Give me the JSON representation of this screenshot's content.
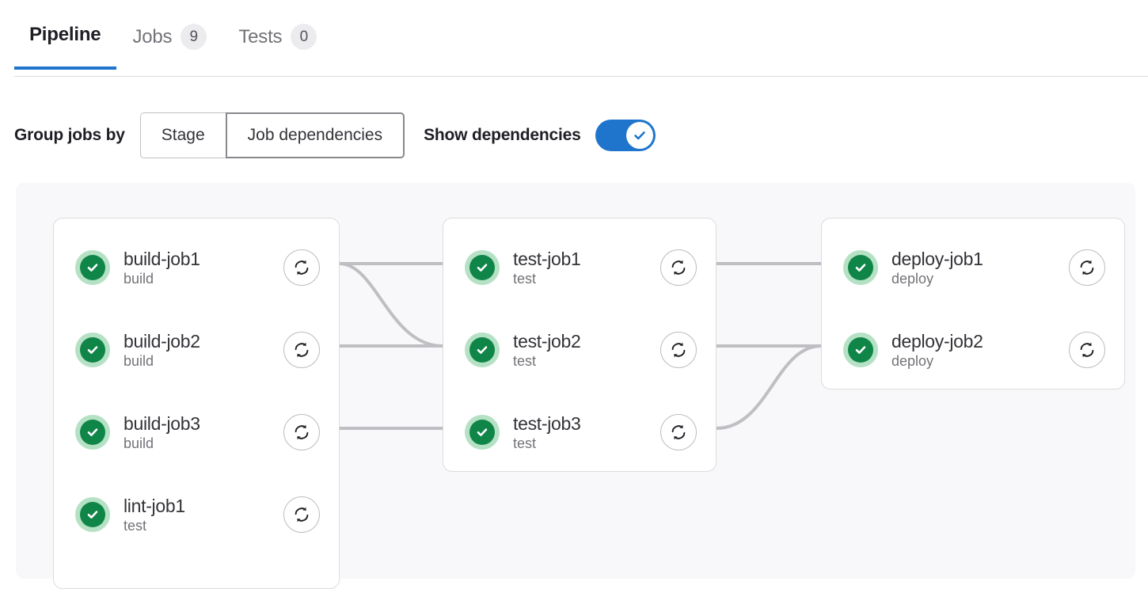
{
  "tabs": [
    {
      "label": "Pipeline",
      "badge": null,
      "active": true
    },
    {
      "label": "Jobs",
      "badge": "9",
      "active": false
    },
    {
      "label": "Tests",
      "badge": "0",
      "active": false
    }
  ],
  "controls": {
    "group_jobs_by_label": "Group jobs by",
    "group_options": [
      {
        "label": "Stage",
        "selected": false
      },
      {
        "label": "Job dependencies",
        "selected": true
      }
    ],
    "show_dependencies_label": "Show dependencies",
    "show_dependencies_on": true
  },
  "colors": {
    "accent_blue": "#1f75cb",
    "status_success": "#108548",
    "status_success_halo": "#b5e1c4",
    "badge_bg": "#ececef",
    "graph_bg": "#f8f8fa",
    "card_border": "#dcdcde",
    "link_stroke": "#bfbfc3"
  },
  "columns": [
    {
      "name": "build-column",
      "jobs": [
        {
          "name": "build-job1",
          "stage": "build",
          "status": "success",
          "status_icon": "status-success-icon",
          "action_icon": "retry-icon"
        },
        {
          "name": "build-job2",
          "stage": "build",
          "status": "success",
          "status_icon": "status-success-icon",
          "action_icon": "retry-icon"
        },
        {
          "name": "build-job3",
          "stage": "build",
          "status": "success",
          "status_icon": "status-success-icon",
          "action_icon": "retry-icon"
        },
        {
          "name": "lint-job1",
          "stage": "test",
          "status": "success",
          "status_icon": "status-success-icon",
          "action_icon": "retry-icon"
        }
      ]
    },
    {
      "name": "test-column",
      "jobs": [
        {
          "name": "test-job1",
          "stage": "test",
          "status": "success",
          "status_icon": "status-success-icon",
          "action_icon": "retry-icon"
        },
        {
          "name": "test-job2",
          "stage": "test",
          "status": "success",
          "status_icon": "status-success-icon",
          "action_icon": "retry-icon"
        },
        {
          "name": "test-job3",
          "stage": "test",
          "status": "success",
          "status_icon": "status-success-icon",
          "action_icon": "retry-icon"
        }
      ]
    },
    {
      "name": "deploy-column",
      "jobs": [
        {
          "name": "deploy-job1",
          "stage": "deploy",
          "status": "success",
          "status_icon": "status-success-icon",
          "action_icon": "retry-icon"
        },
        {
          "name": "deploy-job2",
          "stage": "deploy",
          "status": "success",
          "status_icon": "status-success-icon",
          "action_icon": "retry-icon"
        }
      ]
    }
  ],
  "dependency_links": [
    {
      "from": "build-job1",
      "to": "test-job1"
    },
    {
      "from": "build-job1",
      "to": "test-job2"
    },
    {
      "from": "build-job2",
      "to": "test-job2"
    },
    {
      "from": "build-job3",
      "to": "test-job3"
    },
    {
      "from": "test-job1",
      "to": "deploy-job1"
    },
    {
      "from": "test-job2",
      "to": "deploy-job2"
    },
    {
      "from": "test-job3",
      "to": "deploy-job2"
    }
  ]
}
